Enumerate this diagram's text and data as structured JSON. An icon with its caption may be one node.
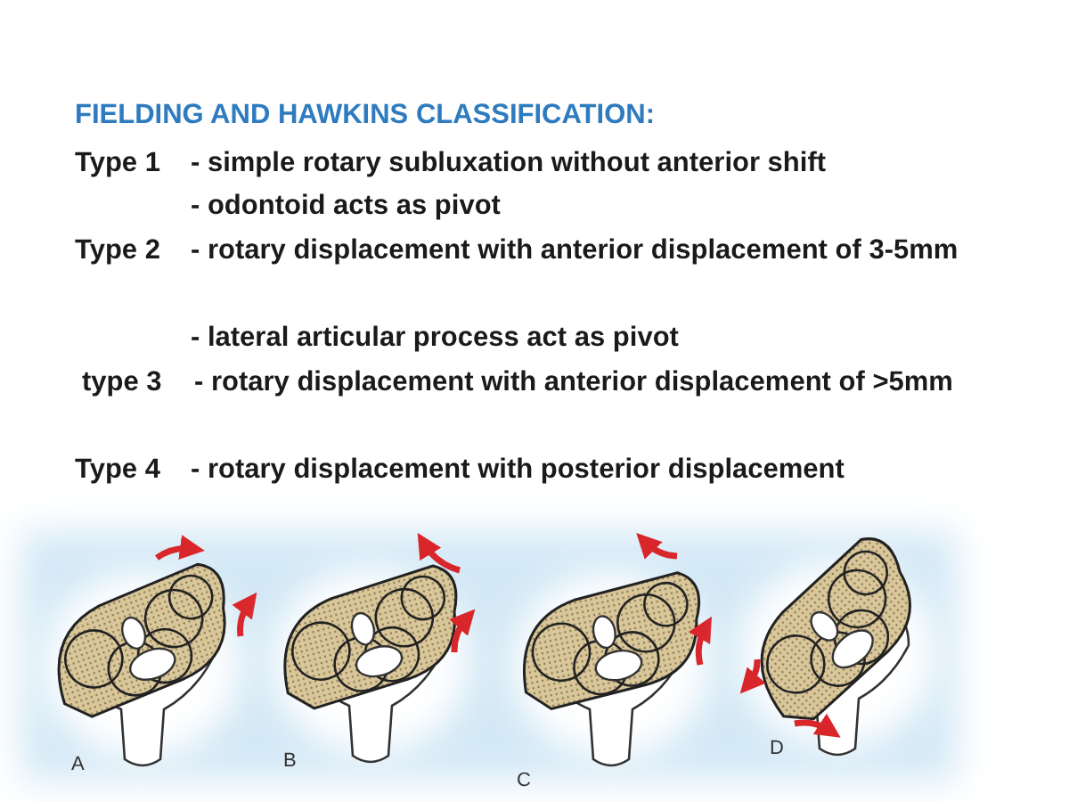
{
  "diagram": {
    "title": "FIELDING AND HAWKINS CLASSIFICATION:",
    "labels": [
      "Type 1",
      "- simple rotary subluxation without anterior shift",
      "- odontoid acts as pivot",
      "Type 2",
      "- rotary displacement with anterior displacement of 3-5mm",
      "- lateral articular process act as pivot",
      "type 3",
      "- rotary displacement with anterior displacement of >5mm",
      "Type 4",
      "- rotary displacement with posterior displacement",
      "A",
      "B",
      "C",
      "D"
    ]
  }
}
